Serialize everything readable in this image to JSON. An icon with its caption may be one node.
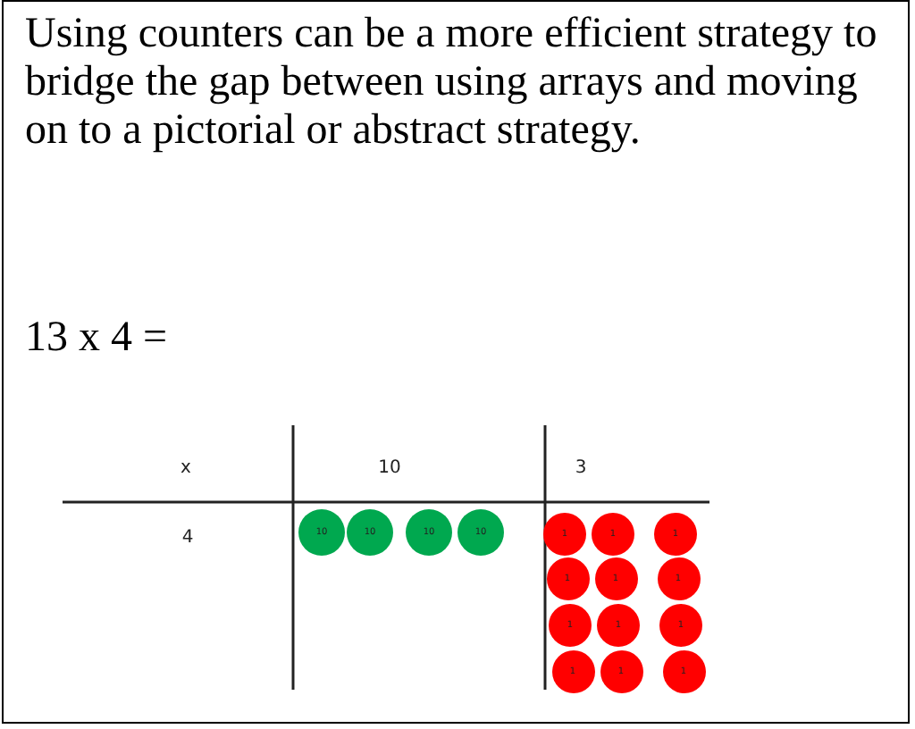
{
  "diagram": {
    "nodes": [
      {
        "text": [
          "10"
        ]
      },
      {
        "text": [
          "10"
        ]
      },
      {
        "text": [
          "10"
        ]
      },
      {
        "text": [
          "10"
        ]
      },
      {
        "text": [
          "1"
        ]
      },
      {
        "text": [
          "1"
        ]
      },
      {
        "text": [
          "1"
        ]
      },
      {
        "text": [
          "1"
        ]
      },
      {
        "text": [
          "1"
        ]
      },
      {
        "text": [
          "1"
        ]
      },
      {
        "text": [
          "1"
        ]
      },
      {
        "text": [
          "1"
        ]
      },
      {
        "text": [
          "1"
        ]
      },
      {
        "text": [
          "1"
        ]
      },
      {
        "text": [
          "1"
        ]
      },
      {
        "text": [
          "1"
        ]
      }
    ],
    "edges": [],
    "labels": [
      "Using counters can be a more efficient strategy to bridge the gap between using arrays and moving on to a pictorial or abstract strategy.",
      "13 x 4 =",
      "x",
      "10",
      "3",
      "4"
    ]
  }
}
